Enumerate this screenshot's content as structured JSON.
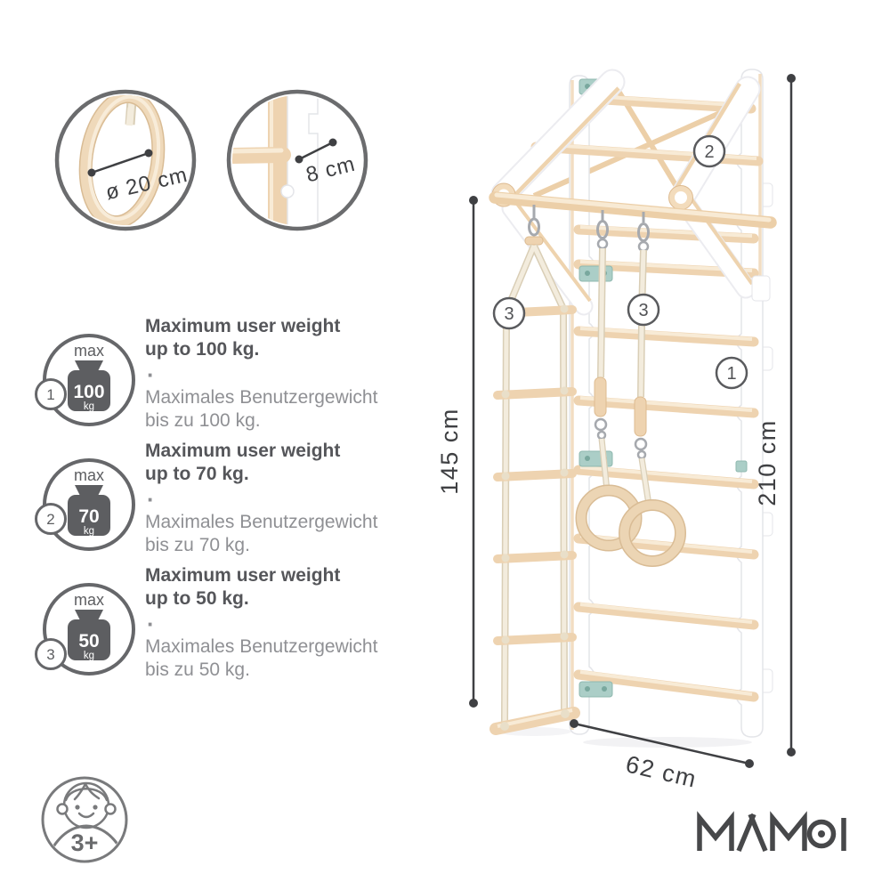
{
  "brand": {
    "name": "MAMOI"
  },
  "age_badge": {
    "label": "3+"
  },
  "detail_views": {
    "ring": {
      "dimension": "ø 20 cm"
    },
    "rung": {
      "dimension": "8 cm"
    }
  },
  "features": [
    {
      "number": "1",
      "icon": {
        "top": "max",
        "value": "100",
        "unit": "kg"
      },
      "title": [
        "Maximum user weight",
        "up to 100 kg."
      ],
      "divider": "·",
      "description": [
        "Maximales Benutzergewicht",
        "bis zu 100 kg."
      ]
    },
    {
      "number": "2",
      "icon": {
        "top": "max",
        "value": "70",
        "unit": "kg"
      },
      "title": [
        "Maximum user weight",
        "up to 70 kg."
      ],
      "divider": "·",
      "description": [
        "Maximales Benutzergewicht",
        "bis zu 70 kg."
      ]
    },
    {
      "number": "3",
      "icon": {
        "top": "max",
        "value": "50",
        "unit": "kg"
      },
      "title": [
        "Maximum user weight",
        "up to 50 kg."
      ],
      "divider": "·",
      "description": [
        "Maximales Benutzergewicht",
        "bis zu 50 kg."
      ]
    }
  ],
  "product": {
    "callouts": [
      {
        "number": "2"
      },
      {
        "number": "3"
      },
      {
        "number": "3"
      },
      {
        "number": "1"
      }
    ],
    "dimensions": {
      "rope_ladder_height": "145 cm",
      "total_height": "210 cm",
      "width": "62 cm"
    }
  },
  "colors": {
    "wood": "#eed3b0",
    "wood_edge": "#ddbb90",
    "frame_white": "#ffffff",
    "frame_stroke": "#e4e5e9",
    "bracket_teal": "#abcec7",
    "rope": "#f3ecdd",
    "metal": "#a6a9ae",
    "line_dark": "#3f4043",
    "text_dark": "#55565a",
    "text_gray": "#8f9094"
  }
}
